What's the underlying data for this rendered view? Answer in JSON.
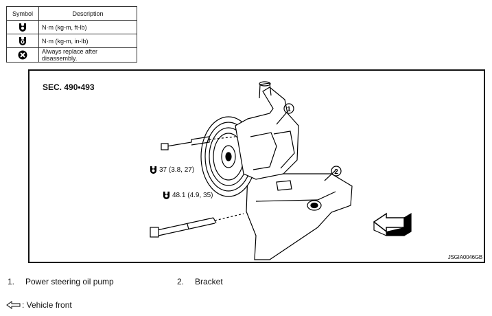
{
  "legend": {
    "header_symbol": "Symbol",
    "header_description": "Description",
    "rows": [
      {
        "icon": "torque-nm-icon",
        "text": "N·m (kg-m, ft-lb)"
      },
      {
        "icon": "torque-inlb-icon",
        "text": "N·m (kg-m, in-lb)"
      },
      {
        "icon": "replace-icon",
        "text": "Always replace after disassembly."
      }
    ]
  },
  "diagram": {
    "section": "SEC. 490•493",
    "code": "JSGIA0046GB",
    "torque_upper": "37 (3.8, 27)",
    "torque_lower": "48.1 (4.9, 35)",
    "callout_1": "1",
    "callout_2": "2"
  },
  "parts": [
    {
      "number": "1.",
      "name": "Power steering oil pump"
    },
    {
      "number": "2.",
      "name": "Bracket"
    }
  ],
  "front_label": ": Vehicle front"
}
